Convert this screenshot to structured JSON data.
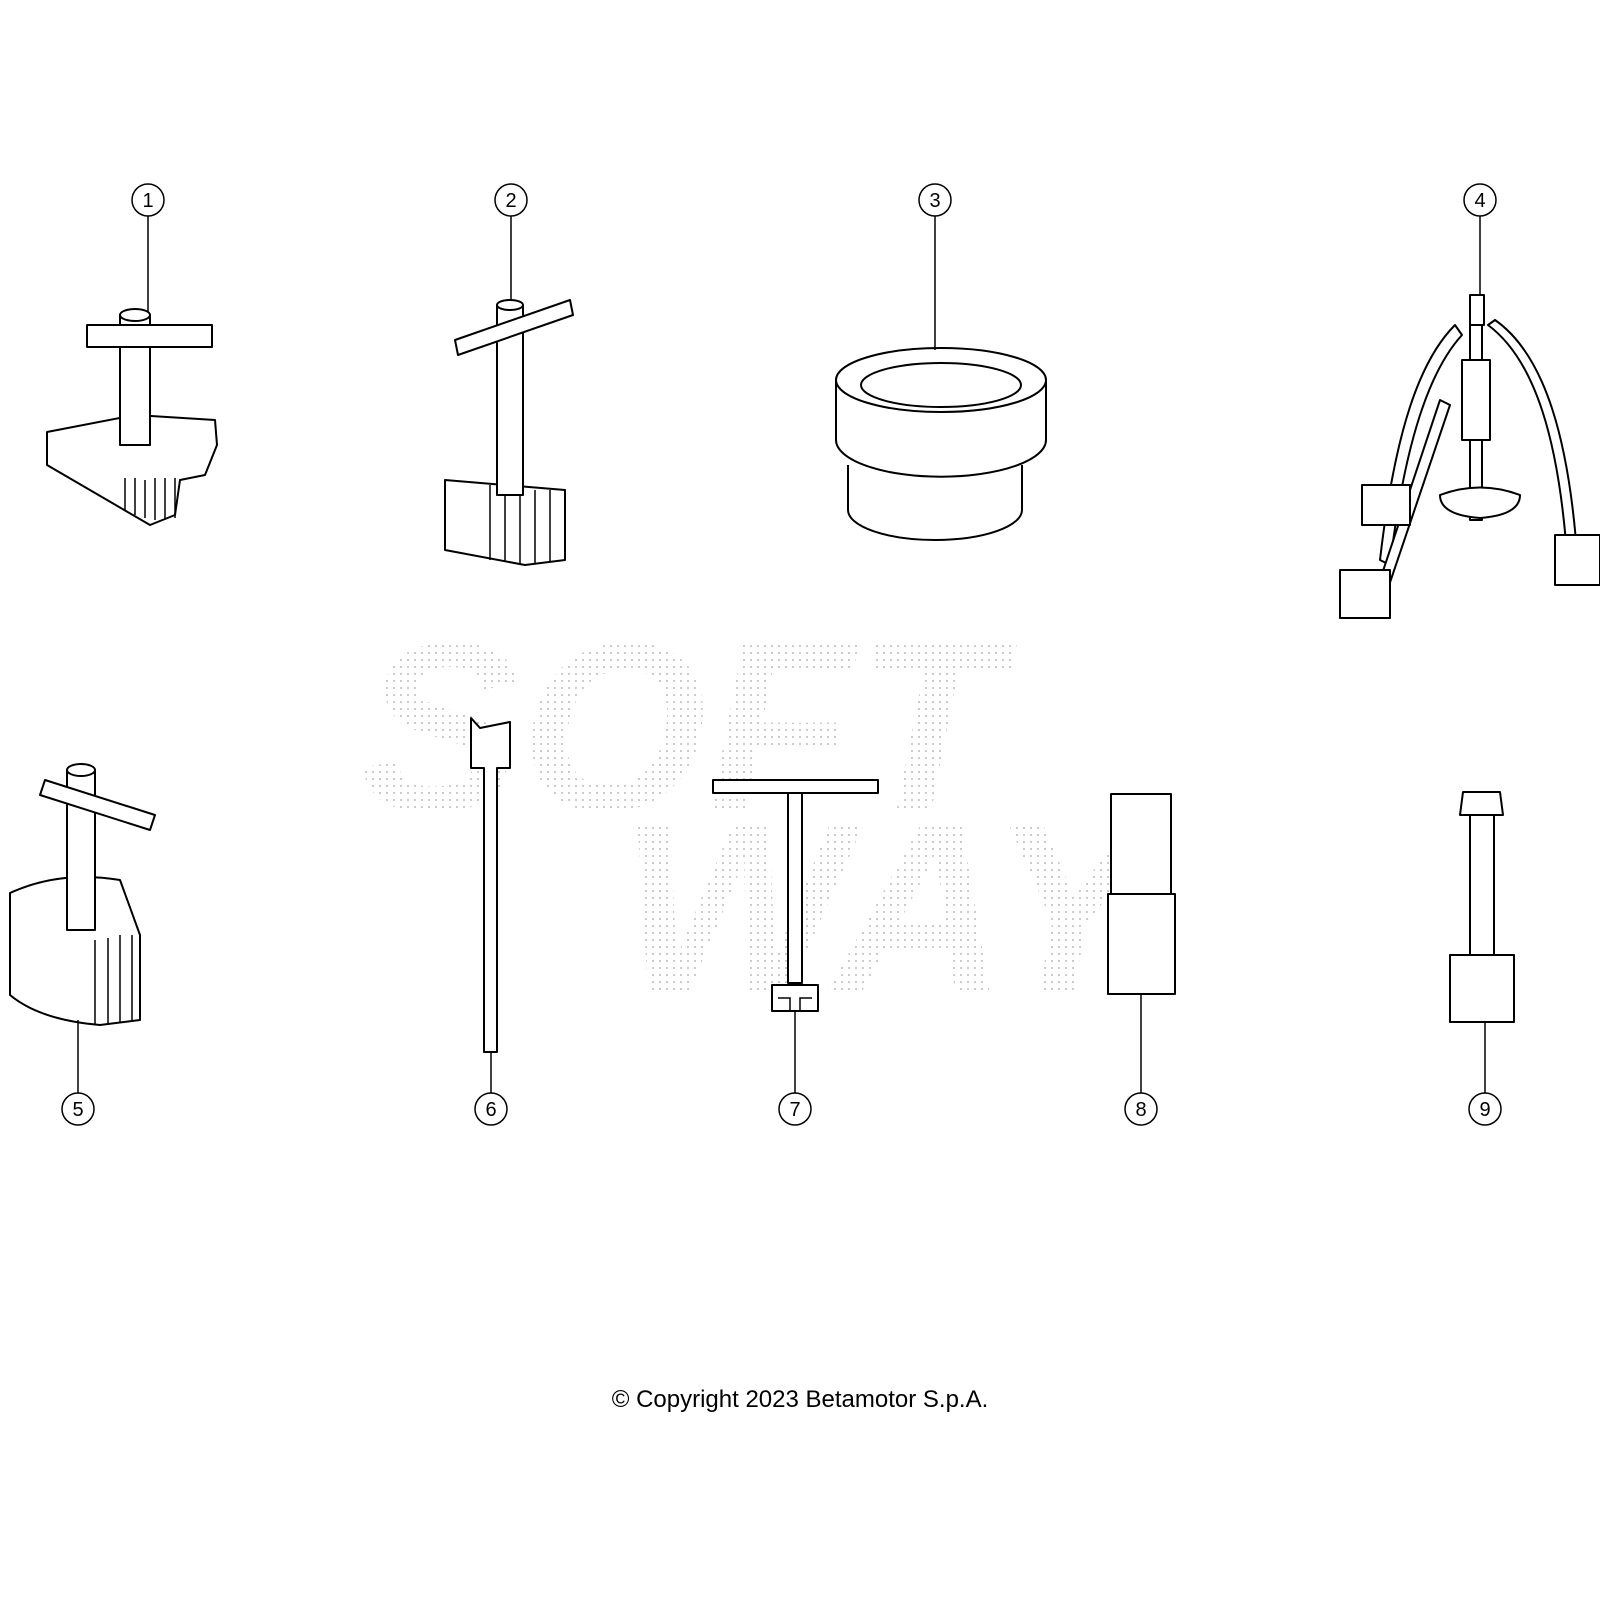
{
  "watermark": {
    "line1": "SOFT",
    "line2": "WAY"
  },
  "callouts": [
    "1",
    "2",
    "3",
    "4",
    "5",
    "6",
    "7",
    "8",
    "9"
  ],
  "copyright": "© Copyright 2023 Betamotor S.p.A."
}
